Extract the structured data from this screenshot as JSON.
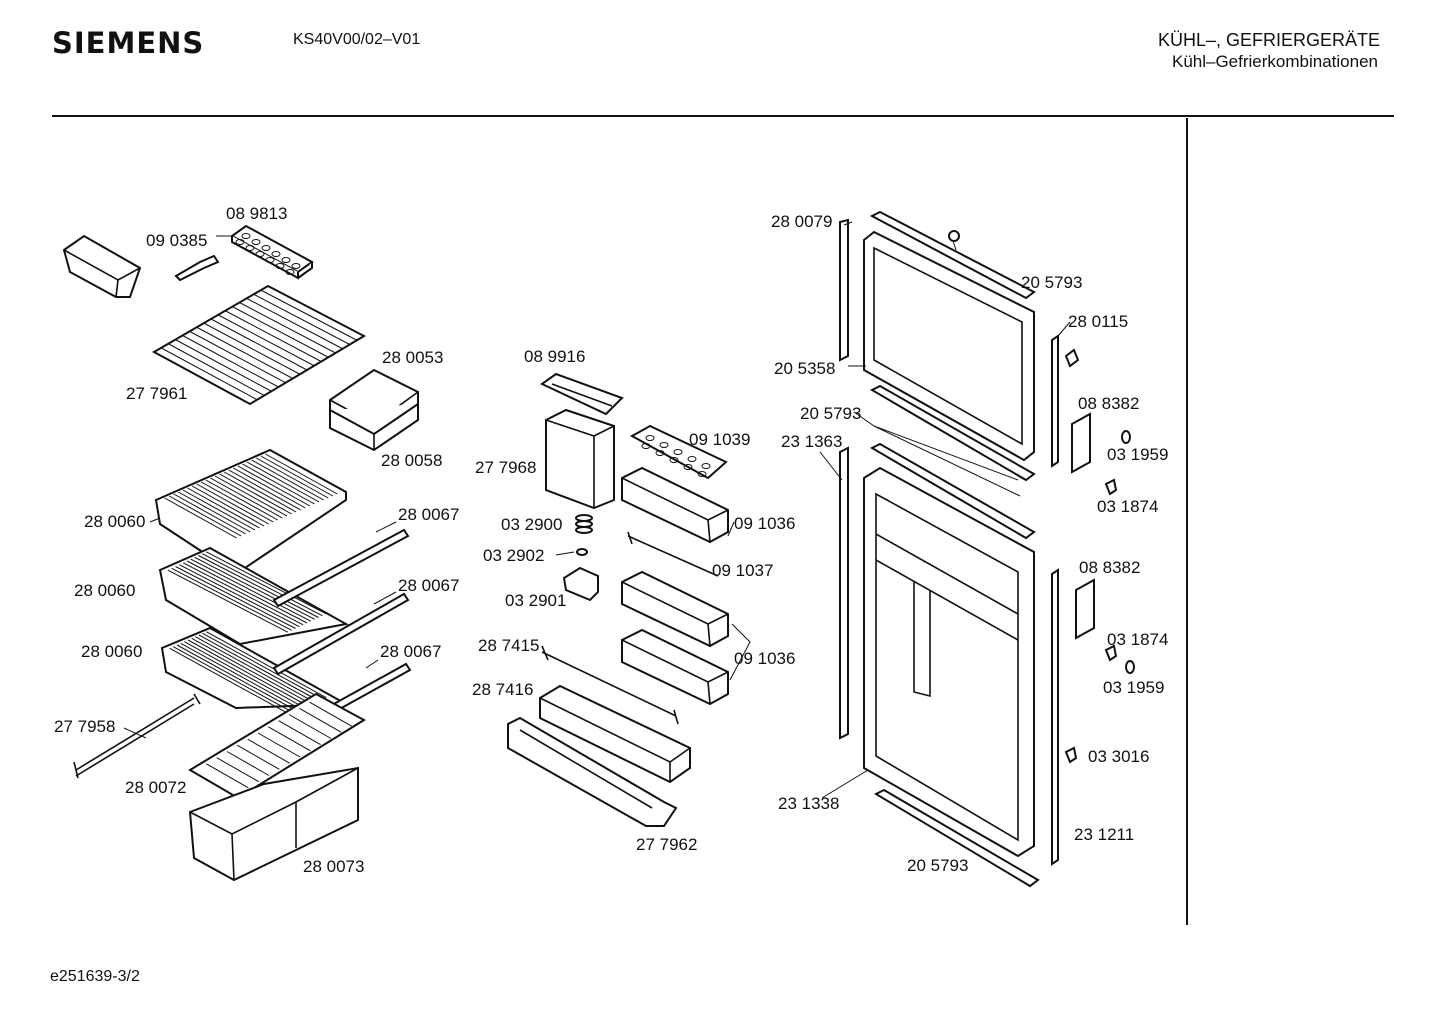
{
  "header": {
    "brand": "SIEMENS",
    "model": "KS40V00/02–V01",
    "category": "KÜHL–, GEFRIERGERÄTE",
    "subcategory": "Kühl–Gefrierkombinationen"
  },
  "footer": {
    "doc_id": "e251639-3/2"
  },
  "parts": {
    "p089813": "08 9813",
    "p090385": "09 0385",
    "p277961": "27 7961",
    "p280053": "28 0053",
    "p280058": "28 0058",
    "p280060a": "28 0060",
    "p280060b": "28 0060",
    "p280060c": "28 0060",
    "p280067a": "28 0067",
    "p280067b": "28 0067",
    "p280067c": "28 0067",
    "p277958": "27 7958",
    "p280072": "28 0072",
    "p280073": "28 0073",
    "p089916": "08 9916",
    "p277968": "27 7968",
    "p091039": "09 1039",
    "p032900": "03 2900",
    "p032902": "03 2902",
    "p032901": "03 2901",
    "p091036a": "09 1036",
    "p091037": "09 1037",
    "p091036b": "09 1036",
    "p287415": "28 7415",
    "p287416": "28 7416",
    "p277962": "27 7962",
    "p280079": "28 0079",
    "p205793a": "20 5793",
    "p280115": "28 0115",
    "p205358": "20 5358",
    "p205793b": "20 5793",
    "p231363": "23 1363",
    "p088382a": "08 8382",
    "p031959a": "03 1959",
    "p031874a": "03 1874",
    "p088382b": "08 8382",
    "p031874b": "03 1874",
    "p031959b": "03 1959",
    "p033016": "03 3016",
    "p231338": "23 1338",
    "p231211": "23 1211",
    "p205793c": "20 5793"
  }
}
